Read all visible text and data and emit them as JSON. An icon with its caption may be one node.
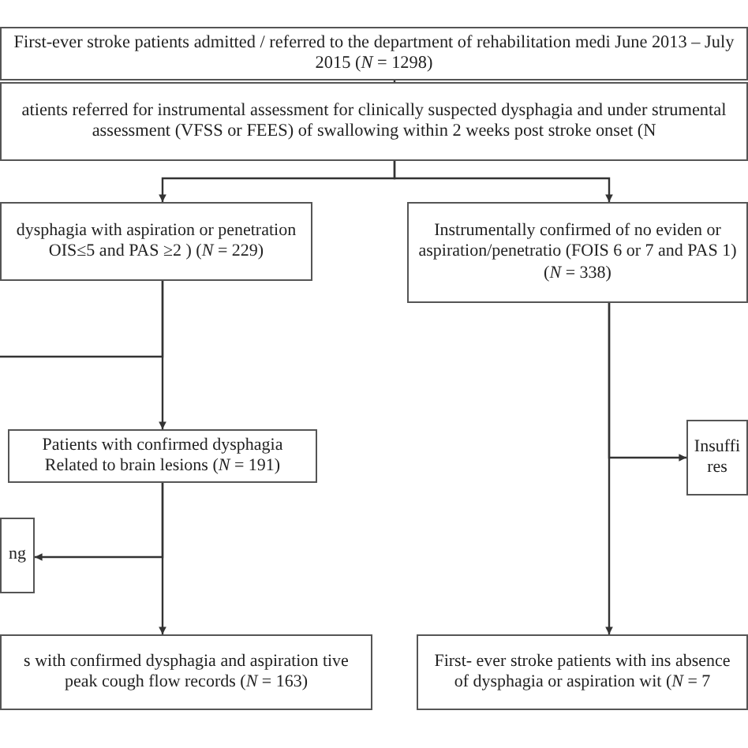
{
  "diagram": {
    "nodes": [
      {
        "text": [
          "First-ever stroke patients admitted / referred to the department of rehabilitation medi June 2013 – July 2015 (*N* = 1298)"
        ]
      },
      {
        "text": [
          "atients referred for instrumental assessment for clinically suspected dysphagia and under strumental assessment (VFSS or FEES) of swallowing within 2 weeks post stroke onset (N"
        ]
      },
      {
        "text": [
          "dysphagia with aspiration or penetration OIS≤5 and PAS ≥2 ) (*N* = 229)"
        ]
      },
      {
        "text": [
          "Instrumentally confirmed of no eviden or aspiration/penetratio (FOIS 6 or 7 and PAS 1) (*N* = 338)"
        ]
      },
      {
        "text": [
          "Patients with confirmed dysphagia Related to brain lesions (*N* = 191)"
        ]
      },
      {
        "text": [
          "Insuffi res"
        ]
      },
      {
        "text": [
          "ng"
        ]
      },
      {
        "text": [
          "s with confirmed dysphagia and aspiration tive peak cough flow records (*N* = 163)"
        ]
      },
      {
        "text": [
          "First- ever stroke patients with ins absence of dysphagia or aspiration wit (*N* = 7"
        ]
      }
    ],
    "edges": [
      {
        "from": 0,
        "to": 1,
        "arrow": "to"
      },
      {
        "from": 1,
        "to": 2,
        "arrow": "to"
      },
      {
        "from": 1,
        "to": 3,
        "arrow": "to"
      },
      {
        "from": 2,
        "to": 4,
        "arrow": "to"
      },
      {
        "from": 2,
        "to": null,
        "arrow": "none"
      },
      {
        "from": 4,
        "to": 6,
        "arrow": "to"
      },
      {
        "from": 4,
        "to": 7,
        "arrow": "to"
      },
      {
        "from": 3,
        "to": 5,
        "arrow": "to"
      },
      {
        "from": 3,
        "to": 8,
        "arrow": "to"
      }
    ]
  }
}
